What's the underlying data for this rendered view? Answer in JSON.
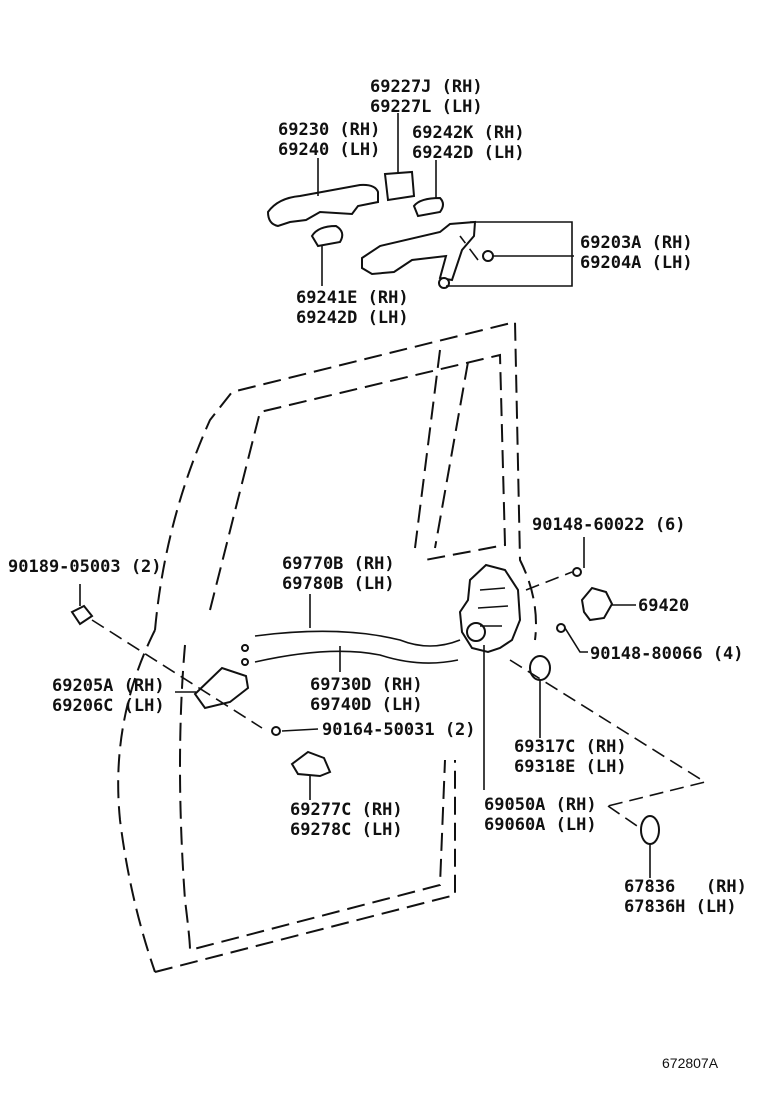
{
  "labels": {
    "l69227": [
      "69227J (RH)",
      "69227L (LH)"
    ],
    "l69230": [
      "69230 (RH)",
      "69240 (LH)"
    ],
    "l69242k": [
      "69242K (RH)",
      "69242D (LH)"
    ],
    "l69203": [
      "69203A (RH)",
      "69204A (LH)"
    ],
    "l69241": [
      "69241E (RH)",
      "69242D (LH)"
    ],
    "l90148a": [
      "90148-60022 (6)"
    ],
    "l90189": [
      "90189-05003 (2)"
    ],
    "l69770": [
      "69770B (RH)",
      "69780B (LH)"
    ],
    "l69420": [
      "69420"
    ],
    "l90148b": [
      "90148-80066 (4)"
    ],
    "l69205": [
      "69205A (RH)",
      "69206C (LH)"
    ],
    "l69730": [
      "69730D (RH)",
      "69740D (LH)"
    ],
    "l90164": [
      "90164-50031 (2)"
    ],
    "l69317": [
      "69317C (RH)",
      "69318E (LH)"
    ],
    "l69277": [
      "69277C (RH)",
      "69278C (LH)"
    ],
    "l69050": [
      "69050A (RH)",
      "69060A (LH)"
    ],
    "l67836": [
      "67836   (RH)",
      "67836H (LH)"
    ]
  },
  "figure_code": "672807A"
}
